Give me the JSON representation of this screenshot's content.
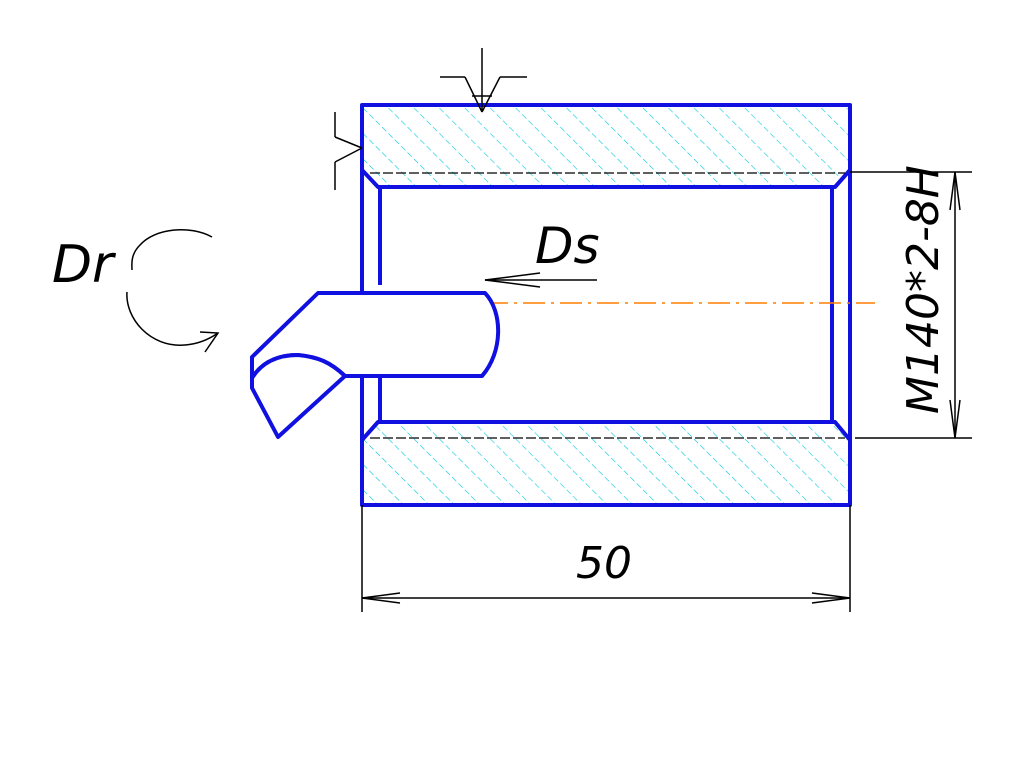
{
  "labels": {
    "rotation": "Dr",
    "feed": "Ds",
    "thread_spec": "M140*2-8H",
    "length": "50"
  },
  "colors": {
    "part_outline": "#1010e0",
    "hatch": "#00c8e0",
    "centerline": "#ff7f00",
    "dimension": "#000000",
    "background": "#ffffff"
  }
}
